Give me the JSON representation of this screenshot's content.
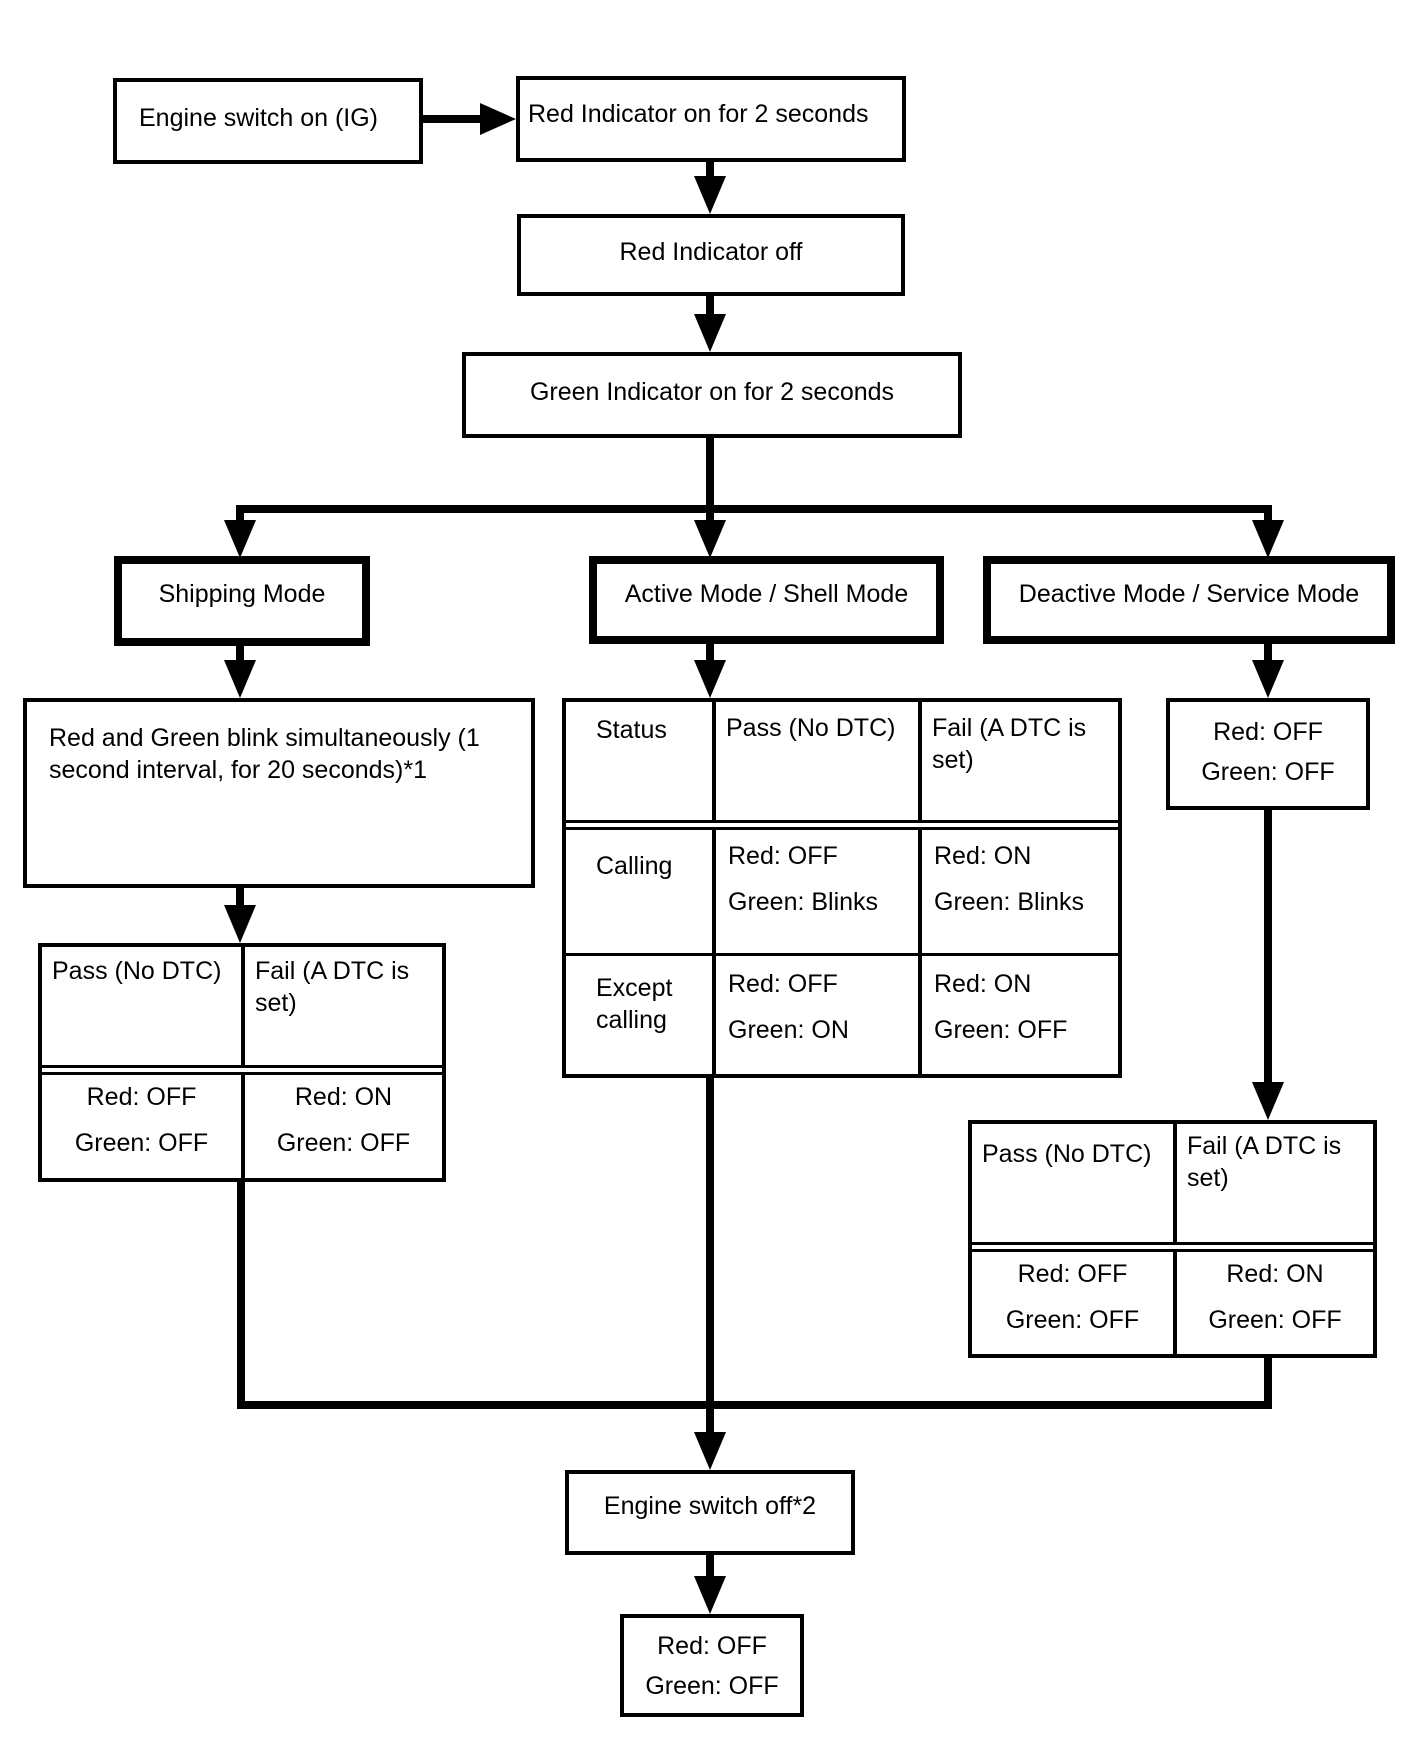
{
  "diagram": {
    "nodes": {
      "engine_switch_on": "Engine switch on (IG)",
      "red_indicator_on": "Red Indicator on for 2 seconds",
      "red_indicator_off": "Red Indicator off",
      "green_indicator_on": "Green Indicator on for 2 seconds",
      "shipping_mode": "Shipping Mode",
      "active_shell_mode": "Active Mode / Shell Mode",
      "deactive_service_mode": "Deactive Mode / Service Mode",
      "blink_note": "Red and Green blink simultaneously (1 second interval, for 20 seconds)*1",
      "deactive_state": [
        "Red: OFF",
        "Green: OFF"
      ],
      "engine_switch_off": "Engine switch off*2",
      "final_state": [
        "Red: OFF",
        "Green: OFF"
      ]
    },
    "shipping_table": {
      "pass_header": "Pass (No DTC)",
      "fail_header": "Fail (A DTC is set)",
      "pass_result": [
        "Red: OFF",
        "Green: OFF"
      ],
      "fail_result": [
        "Red: ON",
        "Green: OFF"
      ]
    },
    "active_table": {
      "status_header": "Status",
      "pass_header": "Pass (No DTC)",
      "fail_header": "Fail (A DTC is set)",
      "rows": [
        {
          "label": "Calling",
          "pass": [
            "Red: OFF",
            "Green: Blinks"
          ],
          "fail": [
            "Red: ON",
            "Green: Blinks"
          ]
        },
        {
          "label": "Except calling",
          "pass": [
            "Red: OFF",
            "Green: ON"
          ],
          "fail": [
            "Red: ON",
            "Green: OFF"
          ]
        }
      ]
    },
    "deactive_table": {
      "pass_header": "Pass (No DTC)",
      "fail_header": "Fail (A DTC is set)",
      "pass_result": [
        "Red: OFF",
        "Green: OFF"
      ],
      "fail_result": [
        "Red: ON",
        "Green: OFF"
      ]
    },
    "colors": {
      "line": "#000000",
      "background": "#ffffff"
    }
  }
}
